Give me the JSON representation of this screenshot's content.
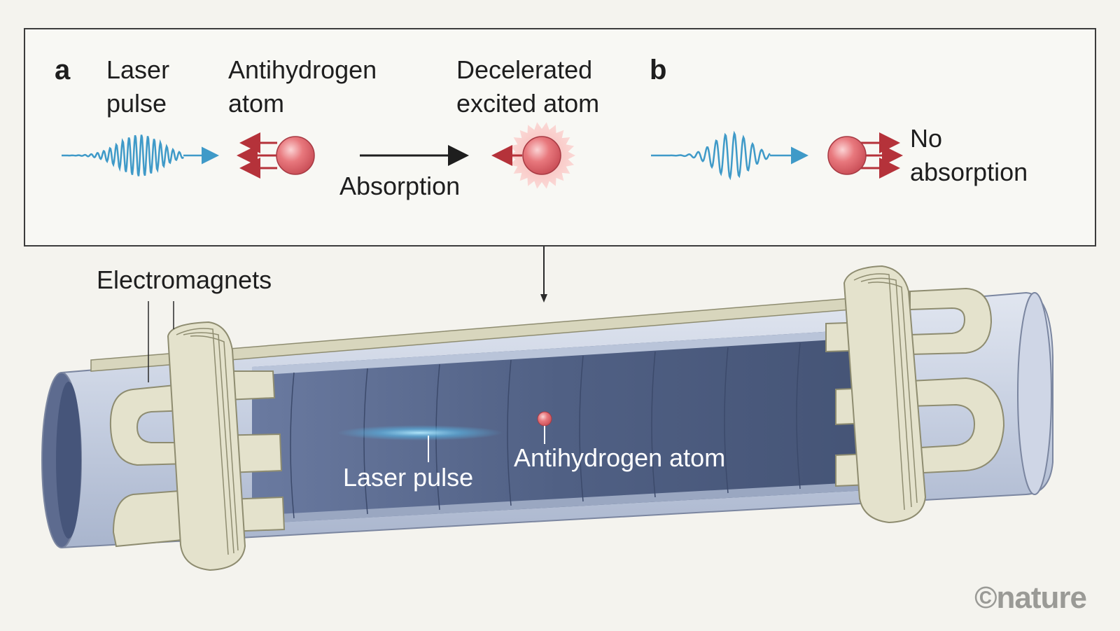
{
  "colors": {
    "background": "#f4f3ee",
    "laser": "#3f9ac8",
    "atom": "#e06a6f",
    "arrow_red": "#b5323a",
    "magnet": "#e4e2cc",
    "tube_outer": "#c9d1e2",
    "tube_inner": "#59698c"
  },
  "top_panel": {
    "a": {
      "label": "a",
      "laser_pulse": [
        "Laser",
        "pulse"
      ],
      "antihydrogen_atom": [
        "Antihydrogen",
        "atom"
      ],
      "absorption": "Absorption",
      "decelerated_atom": [
        "Decelerated",
        "excited atom"
      ]
    },
    "b": {
      "label": "b",
      "no_absorption": [
        "No",
        "absorption"
      ]
    }
  },
  "bottom": {
    "electromagnets": "Electromagnets",
    "laser_pulse": "Laser pulse",
    "antihydrogen_atom": "Antihydrogen atom"
  },
  "credit": "©nature"
}
